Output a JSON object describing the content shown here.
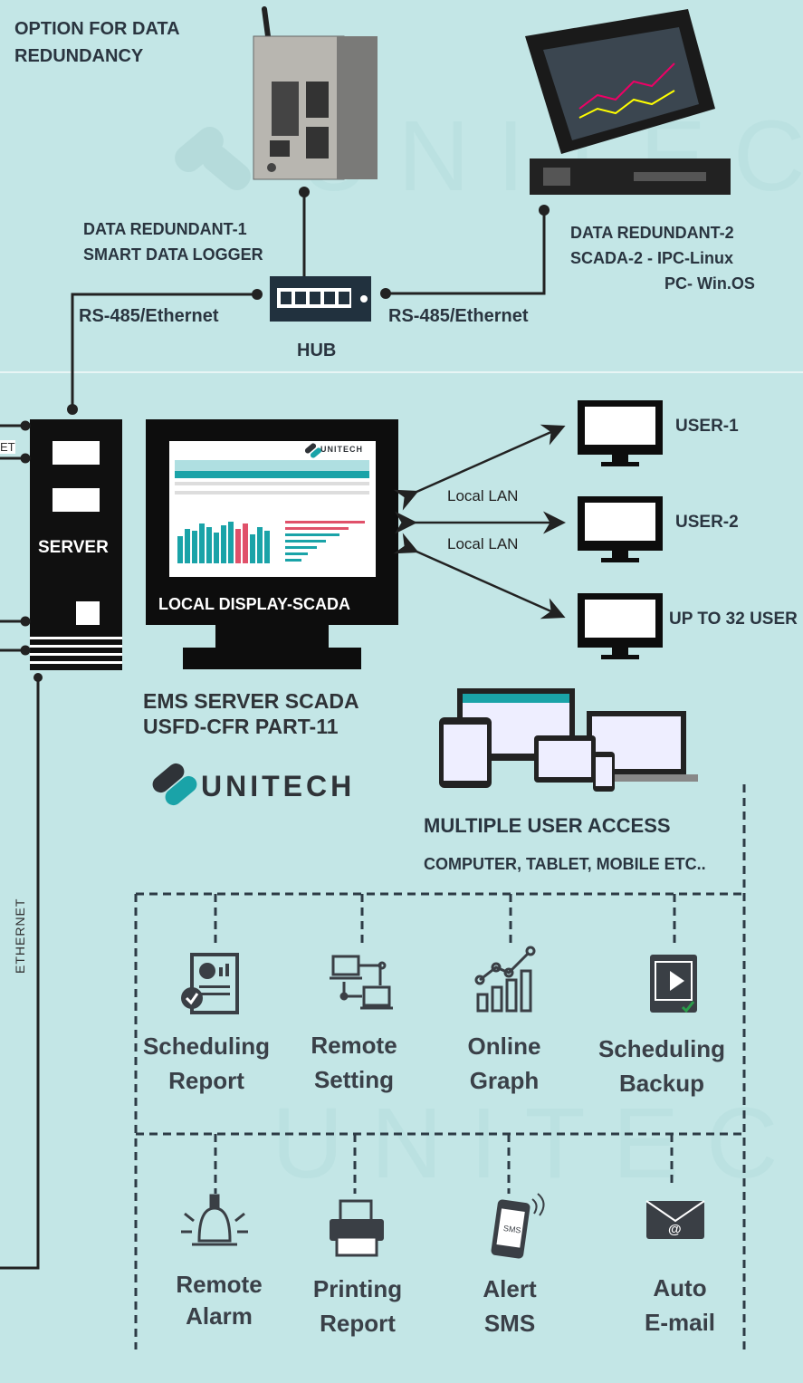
{
  "top": {
    "option_title": [
      "OPTION FOR DATA",
      "REDUNDANCY"
    ],
    "redundant1": [
      "DATA REDUNDANT-1",
      "SMART DATA LOGGER"
    ],
    "redundant2": [
      "DATA REDUNDANT-2",
      "SCADA-2 - IPC-Linux",
      "PC- Win.OS"
    ],
    "link_left": "RS-485/Ethernet",
    "link_right": "RS-485/Ethernet",
    "hub": "HUB"
  },
  "server": {
    "label": "SERVER",
    "side_label": "ET",
    "ethernet_label": "ETHERNET"
  },
  "display": {
    "label": "LOCAL DISPLAY-SCADA",
    "brand": "UNITECH"
  },
  "users": {
    "items": [
      "USER-1",
      "USER-2",
      "UP TO 32 USER"
    ],
    "lan_labels": [
      "Local LAN",
      "Local LAN"
    ]
  },
  "ems": {
    "lines": [
      "EMS SERVER SCADA",
      "USFD-CFR PART-11"
    ],
    "logo": "UNITECH"
  },
  "access": {
    "title": "MULTIPLE USER ACCESS",
    "subtitle": "COMPUTER, TABLET, MOBILE  ETC.."
  },
  "features_row1": [
    {
      "line1": "Scheduling",
      "line2": "Report",
      "icon": "report-icon"
    },
    {
      "line1": "Remote",
      "line2": "Setting",
      "icon": "remote-setting-icon"
    },
    {
      "line1": "Online",
      "line2": "Graph",
      "icon": "graph-icon"
    },
    {
      "line1": "Scheduling",
      "line2": "Backup",
      "icon": "backup-icon"
    }
  ],
  "features_row2": [
    {
      "line1": "Remote",
      "line2": "Alarm",
      "icon": "alarm-icon"
    },
    {
      "line1": "Printing",
      "line2": "Report",
      "icon": "printer-icon"
    },
    {
      "line1": "Alert",
      "line2": "SMS",
      "icon": "sms-icon"
    },
    {
      "line1": "Auto",
      "line2": "E-mail",
      "icon": "email-icon"
    }
  ],
  "colors": {
    "background": "#c3e6e6",
    "dark": "#111111",
    "accent_teal": "#1aa3a8",
    "accent_red": "#e0516a"
  }
}
